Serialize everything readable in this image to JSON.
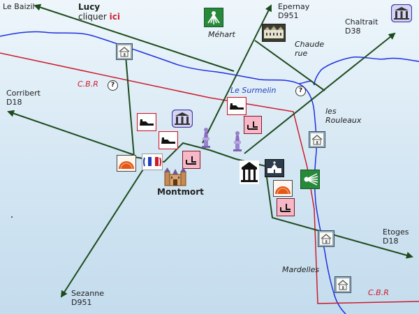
{
  "map": {
    "places": {
      "le_baizil": "Le Baizil",
      "lucy": "Lucy",
      "cliquer": "cliquer ",
      "ici": "ici",
      "epernay": "Epernay\nD951",
      "mehart": "Méhart",
      "chaude_rue": "Chaude\nrue",
      "chaltrait": "Chaltrait\nD38",
      "corribert": "Corribert\nD18",
      "cbr_left": "C.B.R",
      "le_surmelin": "Le Surmelin",
      "les_rouleaux": "les\nRouleaux",
      "montmort": "Montmort",
      "etoges": "Etoges\nD18",
      "mardelles": "Mardelles",
      "sezanne": "Sezanne\nD951",
      "cbr_right": "C.B.R"
    },
    "help_mark": "?",
    "colors": {
      "river": "#2030e0",
      "road": "#1e4b1e",
      "boundary": "#cc1b2b",
      "label_red": "#cc1b2b",
      "label_blue": "#1f3fbf"
    },
    "icons": [
      "house-icon",
      "church-icon",
      "windmill-icon",
      "chateau-icon",
      "bridge-icon",
      "brick-kiln-icon",
      "lavoir-icon",
      "monument-icon",
      "tourist-info-icon"
    ]
  }
}
